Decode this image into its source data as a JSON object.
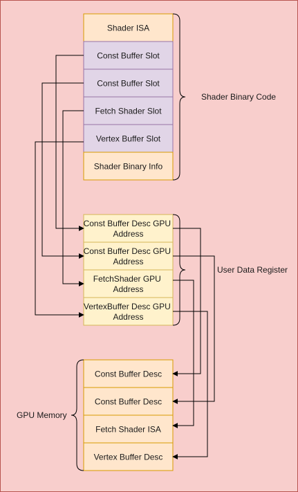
{
  "colors": {
    "background": "#F8CECC",
    "border": "#B85450",
    "box_orange_fill": "#FFE6CC",
    "box_orange_stroke": "#D79B00",
    "box_purple_fill": "#E1D5E7",
    "box_purple_stroke": "#9673A6",
    "box_yellow_fill": "#FFF2CC",
    "box_yellow_stroke": "#D6B656",
    "line": "#000000"
  },
  "shader_binary": {
    "rows": [
      "Shader ISA",
      "Const Buffer Slot",
      "Const Buffer Slot",
      "Fetch Shader Slot",
      "Vertex Buffer Slot",
      "Shader Binary Info"
    ],
    "brace_label": "Shader Binary Code"
  },
  "user_data": {
    "rows": [
      [
        "Const Buffer Desc GPU",
        "Address"
      ],
      [
        "Const Buffer Desc GPU",
        "Address"
      ],
      [
        "FetchShader GPU",
        "Address"
      ],
      [
        "VertexBuffer Desc GPU",
        "Address"
      ]
    ],
    "brace_label": "User Data Register"
  },
  "gpu_memory": {
    "rows": [
      "Const Buffer Desc",
      "Const Buffer Desc",
      "Fetch Shader ISA",
      "Vertex Buffer Desc"
    ],
    "brace_label": "GPU Memory"
  }
}
